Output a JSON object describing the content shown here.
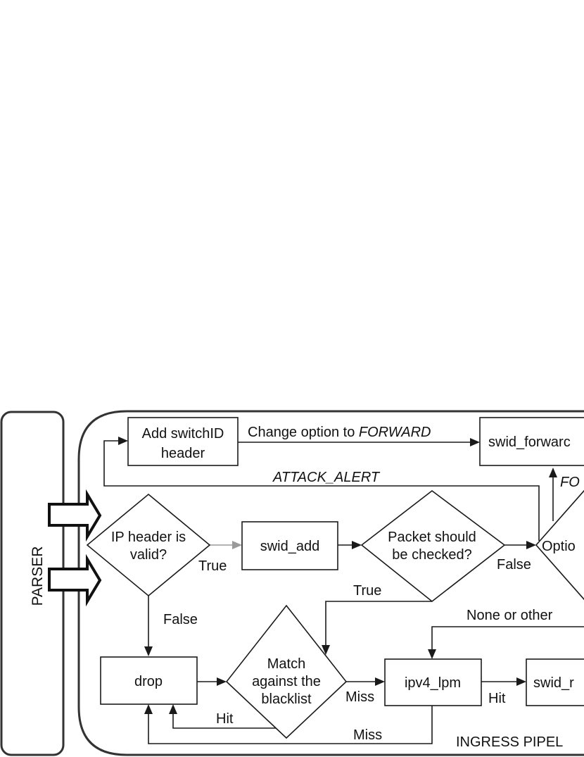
{
  "parser": {
    "label": "PARSER"
  },
  "pipeline": {
    "label": "INGRESS PIPEL"
  },
  "nodes": {
    "add_switchid": {
      "line1": "Add switchID",
      "line2": "header"
    },
    "swid_forward": {
      "label": "swid_forwarc"
    },
    "ip_valid": {
      "line1": "IP header is",
      "line2": "valid?"
    },
    "swid_add": {
      "label": "swid_add"
    },
    "packet_checked": {
      "line1": "Packet should",
      "line2": "be checked?"
    },
    "option": {
      "label": "Optio"
    },
    "drop": {
      "label": "drop"
    },
    "blacklist": {
      "line1": "Match",
      "line2": "against the",
      "line3": "blacklist"
    },
    "ipv4_lpm": {
      "label": "ipv4_lpm"
    },
    "swid_r": {
      "label": "swid_r"
    }
  },
  "edge_labels": {
    "change_option_prefix": "Change option to ",
    "change_option_value": "FORWARD",
    "attack_alert": "ATTACK_ALERT",
    "forward_partial": "FO",
    "ip_true": "True",
    "ip_false": "False",
    "check_false": "False",
    "check_true": "True",
    "none_or_other": "None or other",
    "blacklist_miss": "Miss",
    "blacklist_hit": "Hit",
    "lpm_hit": "Hit",
    "lpm_miss": "Miss"
  }
}
